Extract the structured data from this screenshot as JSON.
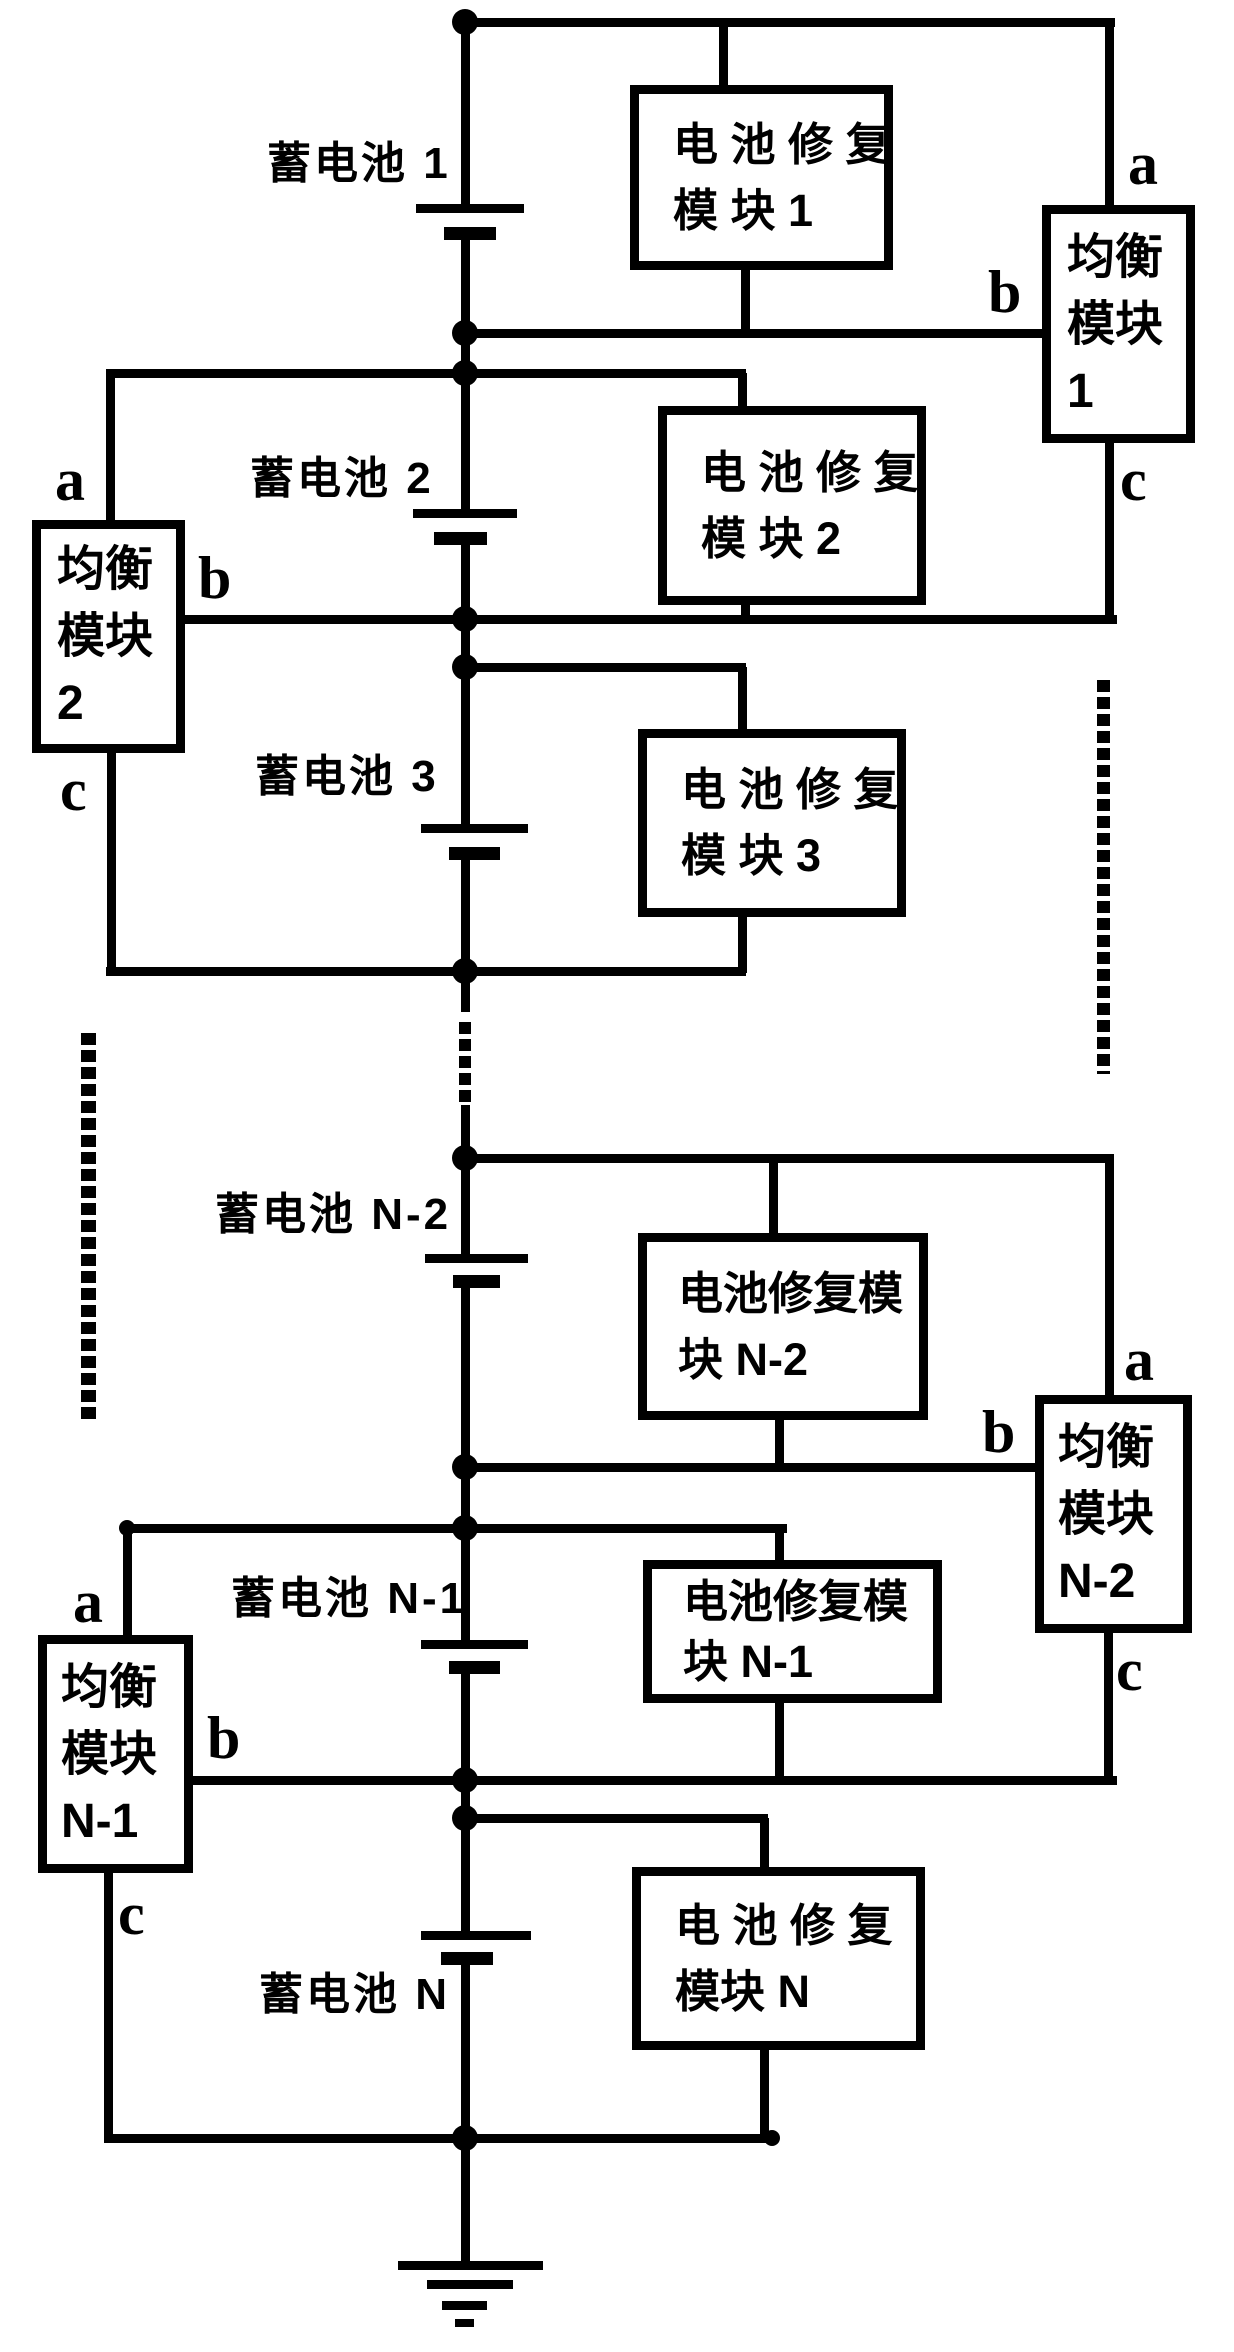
{
  "diagram": {
    "colors": {
      "ink": "#000000",
      "paper": "#ffffff"
    },
    "batteries": [
      {
        "label": "蓄电池 1"
      },
      {
        "label": "蓄电池 2"
      },
      {
        "label": "蓄电池 3"
      },
      {
        "label": "蓄电池 N-2"
      },
      {
        "label": "蓄电池 N-1"
      },
      {
        "label": "蓄电池 N"
      }
    ],
    "repair_modules": [
      {
        "line1": "电 池 修 复",
        "line2": "模 块 1"
      },
      {
        "line1": "电 池 修 复",
        "line2": "模 块 2"
      },
      {
        "line1": "电 池 修 复",
        "line2": "模 块 3"
      },
      {
        "line1": "电池修复模",
        "line2": "块 N-2"
      },
      {
        "line1": "电池修复模",
        "line2": "块 N-1"
      },
      {
        "line1": "电 池 修 复",
        "line2": "模块 N"
      }
    ],
    "balance_modules": [
      {
        "line1": "均衡",
        "line2": "模块",
        "line3": "1",
        "a": "a",
        "b": "b",
        "c": "c"
      },
      {
        "line1": "均衡",
        "line2": "模块",
        "line3": "2",
        "a": "a",
        "b": "b",
        "c": "c"
      },
      {
        "line1": "均衡",
        "line2": "模块",
        "line3": "N-2",
        "a": "a",
        "b": "b",
        "c": "c"
      },
      {
        "line1": "均衡",
        "line2": "模块",
        "line3": "N-1",
        "a": "a",
        "b": "b",
        "c": "c"
      }
    ]
  }
}
